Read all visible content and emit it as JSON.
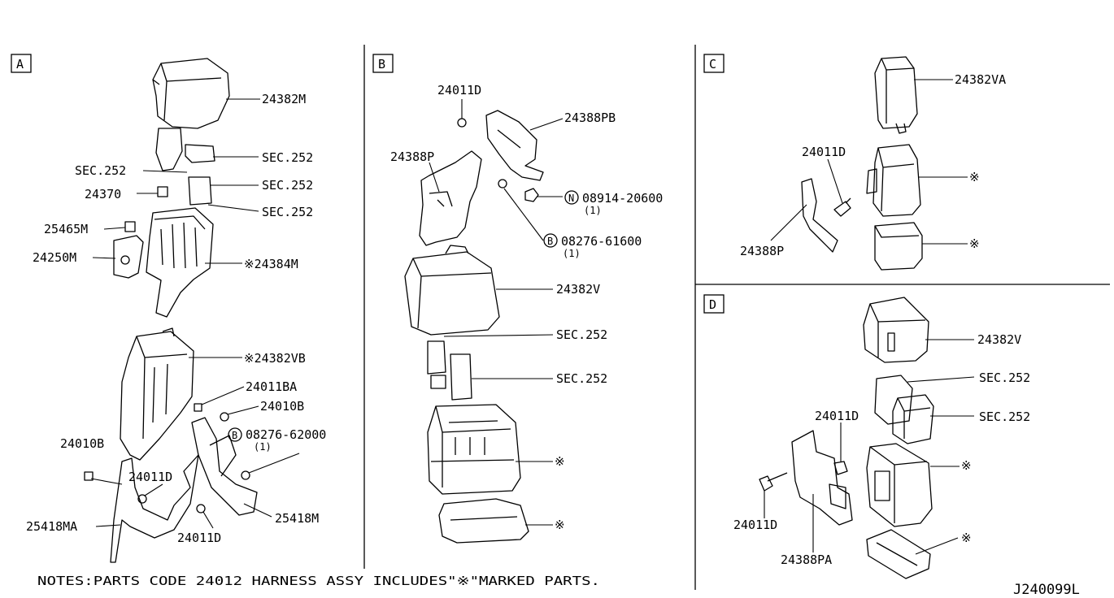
{
  "sections": {
    "A": {
      "tag": "A",
      "labels": {
        "p24382M": "24382M",
        "sec1": "SEC.252",
        "sec2": "SEC.252",
        "sec3": "SEC.252",
        "sec4": "SEC.252",
        "p24370": "24370",
        "p25465M": "25465M",
        "p24250M": "24250M",
        "p24384M": "※24384M",
        "p24382VB": "※24382VB",
        "p24011BA": "24011BA",
        "p24010B_a": "24010B",
        "p08276_62000": "08276-62000",
        "q1": "(1)",
        "b_mark": "B",
        "p24010B_b": "24010B",
        "p24011D_a": "24011D",
        "p25418MA": "25418MA",
        "p25418M": "25418M",
        "p24011D_b": "24011D"
      }
    },
    "B": {
      "tag": "B",
      "labels": {
        "p24011D": "24011D",
        "p24388PB": "24388PB",
        "p24388P": "24388P",
        "n_mark": "N",
        "p08914_20600": "08914-20600",
        "q1": "(1)",
        "b_mark": "B",
        "p08276_61600": "08276-61600",
        "q2": "(1)",
        "p24382V": "24382V",
        "sec1": "SEC.252",
        "sec2": "SEC.252",
        "star1": "※",
        "star2": "※"
      }
    },
    "C": {
      "tag": "C",
      "labels": {
        "p24382VA": "24382VA",
        "star1": "※",
        "p24011D": "24011D",
        "p24388P": "24388P",
        "star2": "※"
      }
    },
    "D": {
      "tag": "D",
      "labels": {
        "p24382V": "24382V",
        "sec1": "SEC.252",
        "sec2": "SEC.252",
        "p24011D_a": "24011D",
        "star1": "※",
        "p24011D_b": "24011D",
        "p24388PA": "24388PA",
        "star2": "※"
      }
    }
  },
  "notes": "NOTES:PARTS CODE 24012 HARNESS ASSY INCLUDES\"※\"MARKED PARTS.",
  "diagram_id": "J240099L"
}
